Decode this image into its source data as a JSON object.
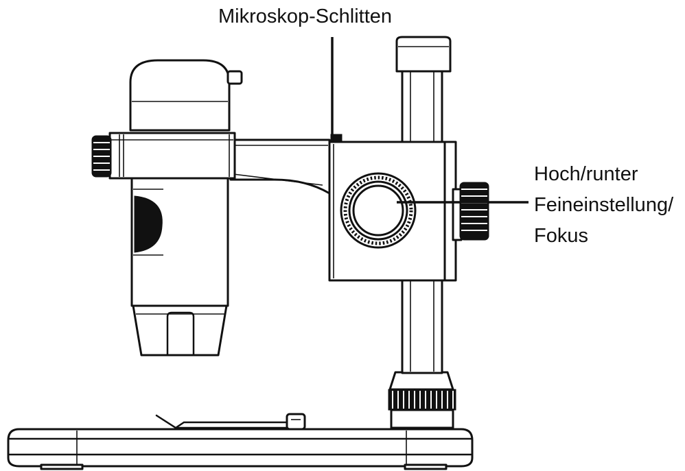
{
  "labels": {
    "slider": "Mikroskop-Schlitten",
    "focus_line1": "Hoch/runter",
    "focus_line2": "Feineinstellung/",
    "focus_line3": "Fokus"
  },
  "colors": {
    "ink": "#111111",
    "background": "#ffffff"
  }
}
